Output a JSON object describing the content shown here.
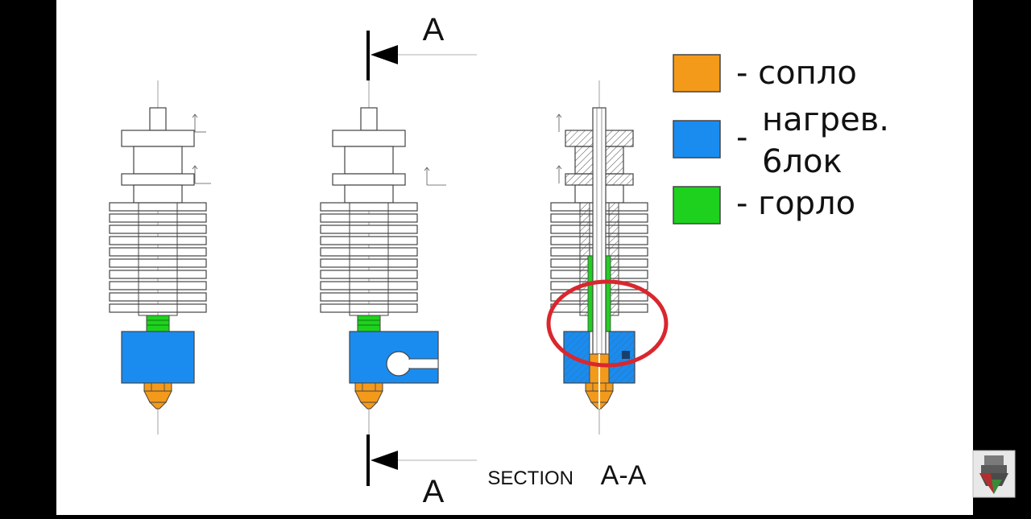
{
  "section_marker": {
    "top": "A",
    "bottom": "A"
  },
  "section_label": {
    "small": "SECTION",
    "large": "A-A"
  },
  "legend": [
    {
      "text": "- сопло",
      "swatch_color": "#f39a1b"
    },
    {
      "text": "нагрев.",
      "text_line2": "6лок",
      "dash": "-",
      "swatch_color": "#1a8cf0"
    },
    {
      "text": "- горло",
      "swatch_color": "#1fd11f"
    }
  ],
  "colors": {
    "nozzle": "#f39a1b",
    "heater_block": "#1a8cf0",
    "throat": "#1fd11f",
    "highlight_circle": "#d9272e",
    "line": "#444444",
    "panel_background": "#ffffff",
    "letterbox": "#000000"
  },
  "icons": [
    "nozzle-thumbnail-icon"
  ]
}
